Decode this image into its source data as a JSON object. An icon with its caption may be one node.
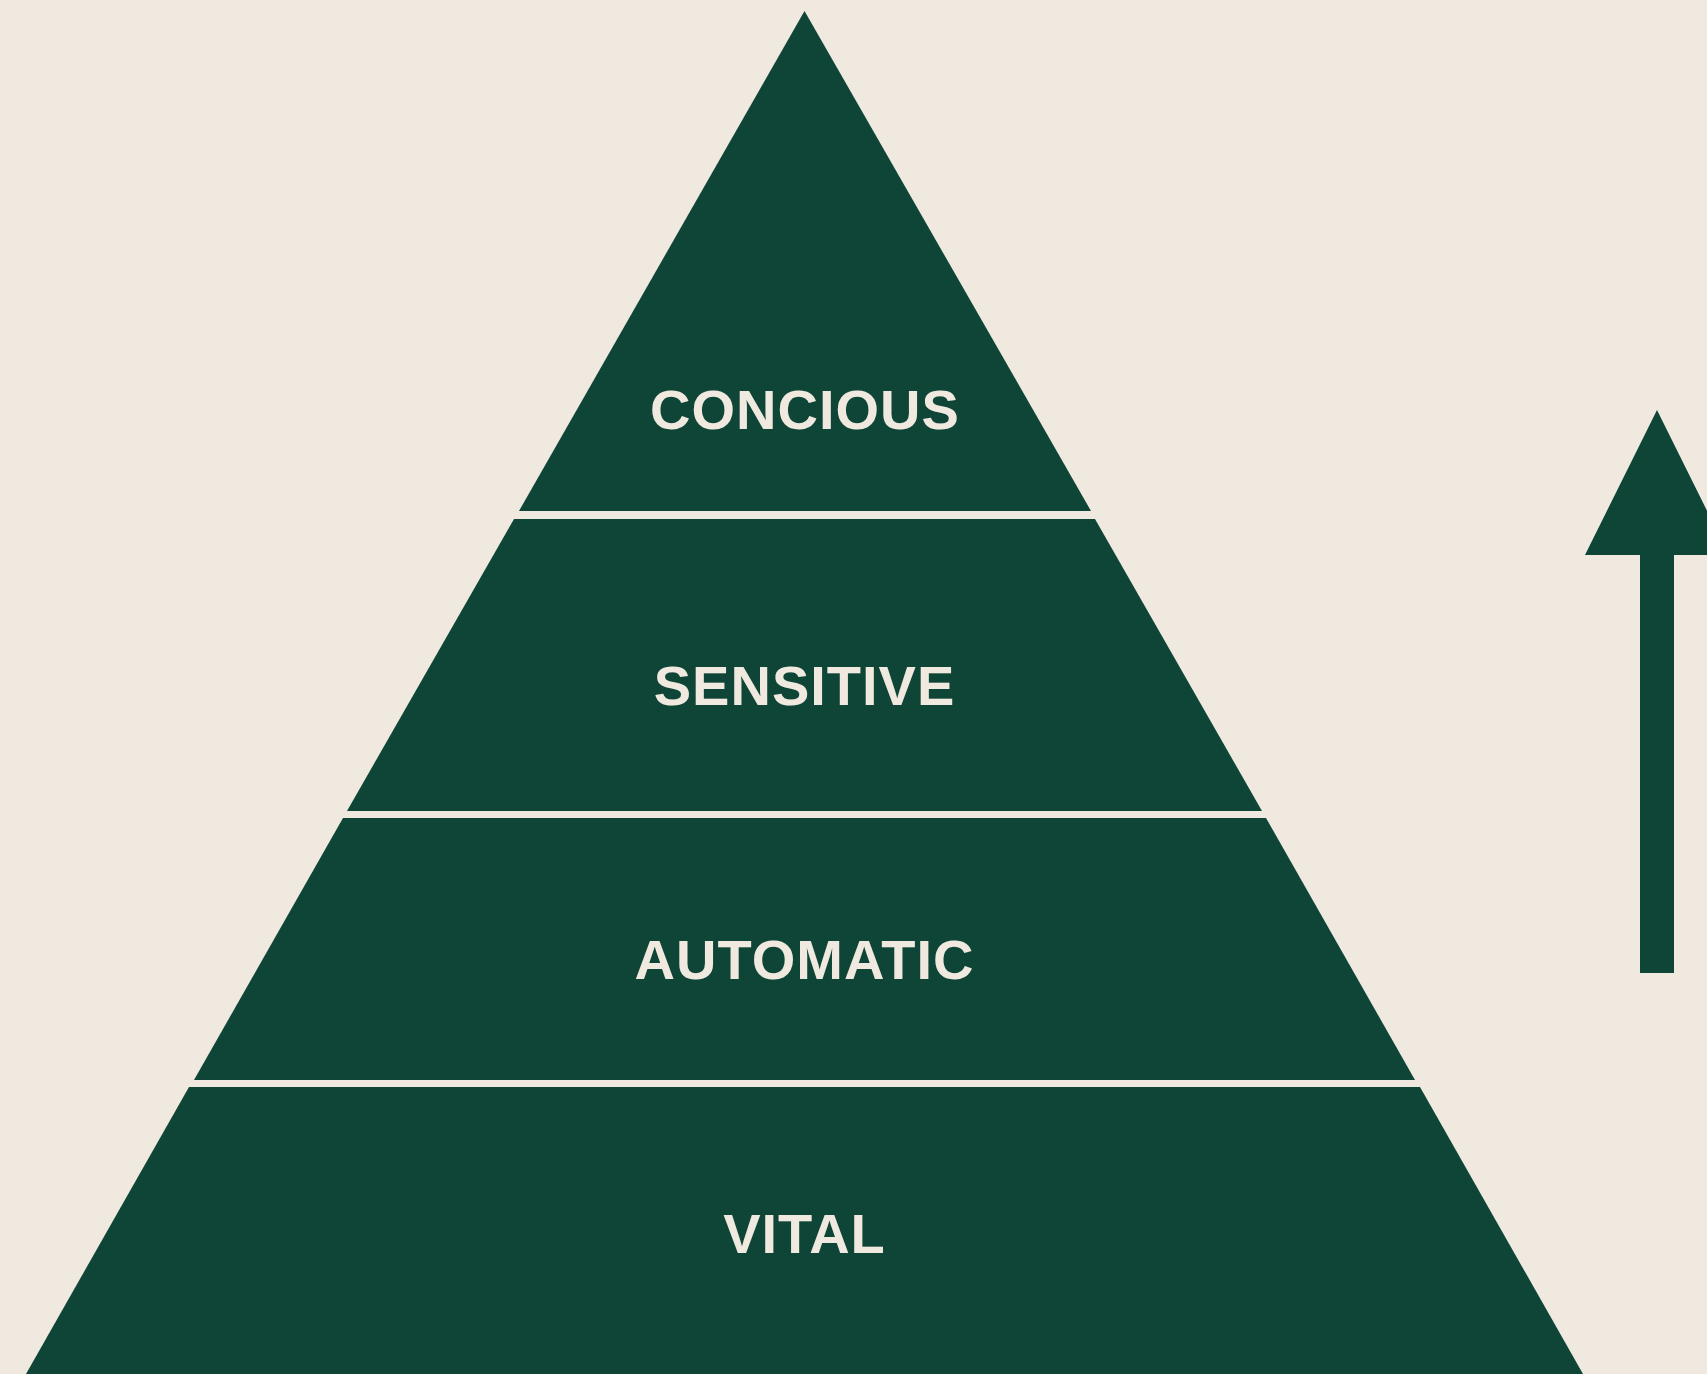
{
  "diagram": {
    "nodes": [
      {
        "text": [
          "CONCIOUS"
        ]
      },
      {
        "text": [
          "SENSITIVE"
        ]
      },
      {
        "text": [
          "AUTOMATIC"
        ]
      },
      {
        "text": [
          "VITAL"
        ]
      }
    ]
  }
}
